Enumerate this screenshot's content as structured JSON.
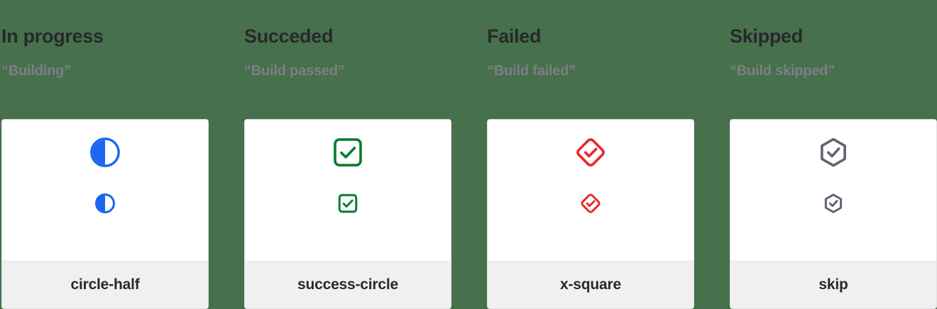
{
  "page": {
    "background_color": "#47704c",
    "card_background": "#ffffff",
    "card_footer_background": "#f0f0f0",
    "heading_color": "#27292b",
    "subheading_color": "#7c7f86"
  },
  "columns": [
    {
      "heading": "In progress",
      "subheading": "“Building”",
      "icon_name": "circle-half",
      "icon_label": "circle-half",
      "icon_color": "#1a66f0"
    },
    {
      "heading": "Succeded",
      "subheading": "“Build passed”",
      "icon_name": "success-circle",
      "icon_label": "success-circle",
      "icon_color": "#067d2e"
    },
    {
      "heading": "Failed",
      "subheading": "“Build failed”",
      "icon_name": "x-square",
      "icon_label": "x-square",
      "icon_color": "#e8292f"
    },
    {
      "heading": "Skipped",
      "subheading": "“Build skipped”",
      "icon_name": "skip",
      "icon_label": "skip",
      "icon_color": "#5e6472"
    }
  ]
}
